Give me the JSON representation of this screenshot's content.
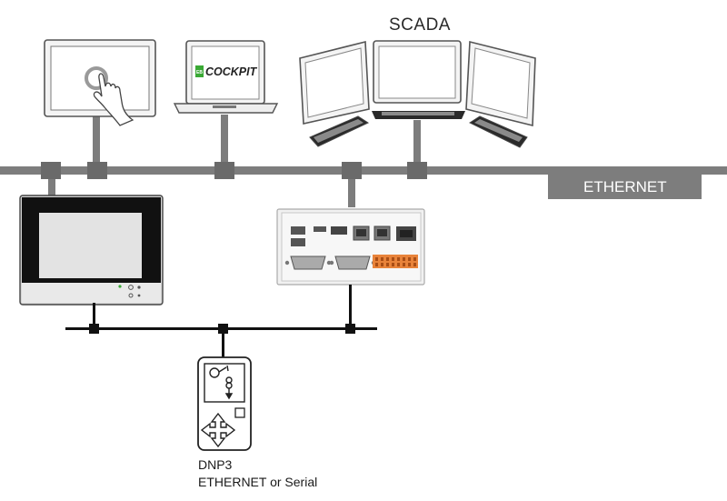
{
  "diagram": {
    "scada_label": "SCADA",
    "ethernet_label": "ETHERNET",
    "cockpit_brand": "COCKPIT",
    "cockpit_brand_prefix": "EB",
    "dnp3_title": "DNP3",
    "dnp3_subtitle": "ETHERNET or Serial"
  },
  "colors": {
    "ethernet_bus": "#7d7d7d",
    "serial_bus": "#111111",
    "device_outline": "#555555",
    "panel_bezel": "#111111",
    "panel_screen": "#e3e3e3",
    "cockpit_green": "#3aa935",
    "terminal_orange": "#e8833a"
  },
  "icons": {
    "touch": "hand-touch-icon",
    "rtu_symbol": "breaker-symbol-icon",
    "navigation": "direction-pad-icon"
  }
}
